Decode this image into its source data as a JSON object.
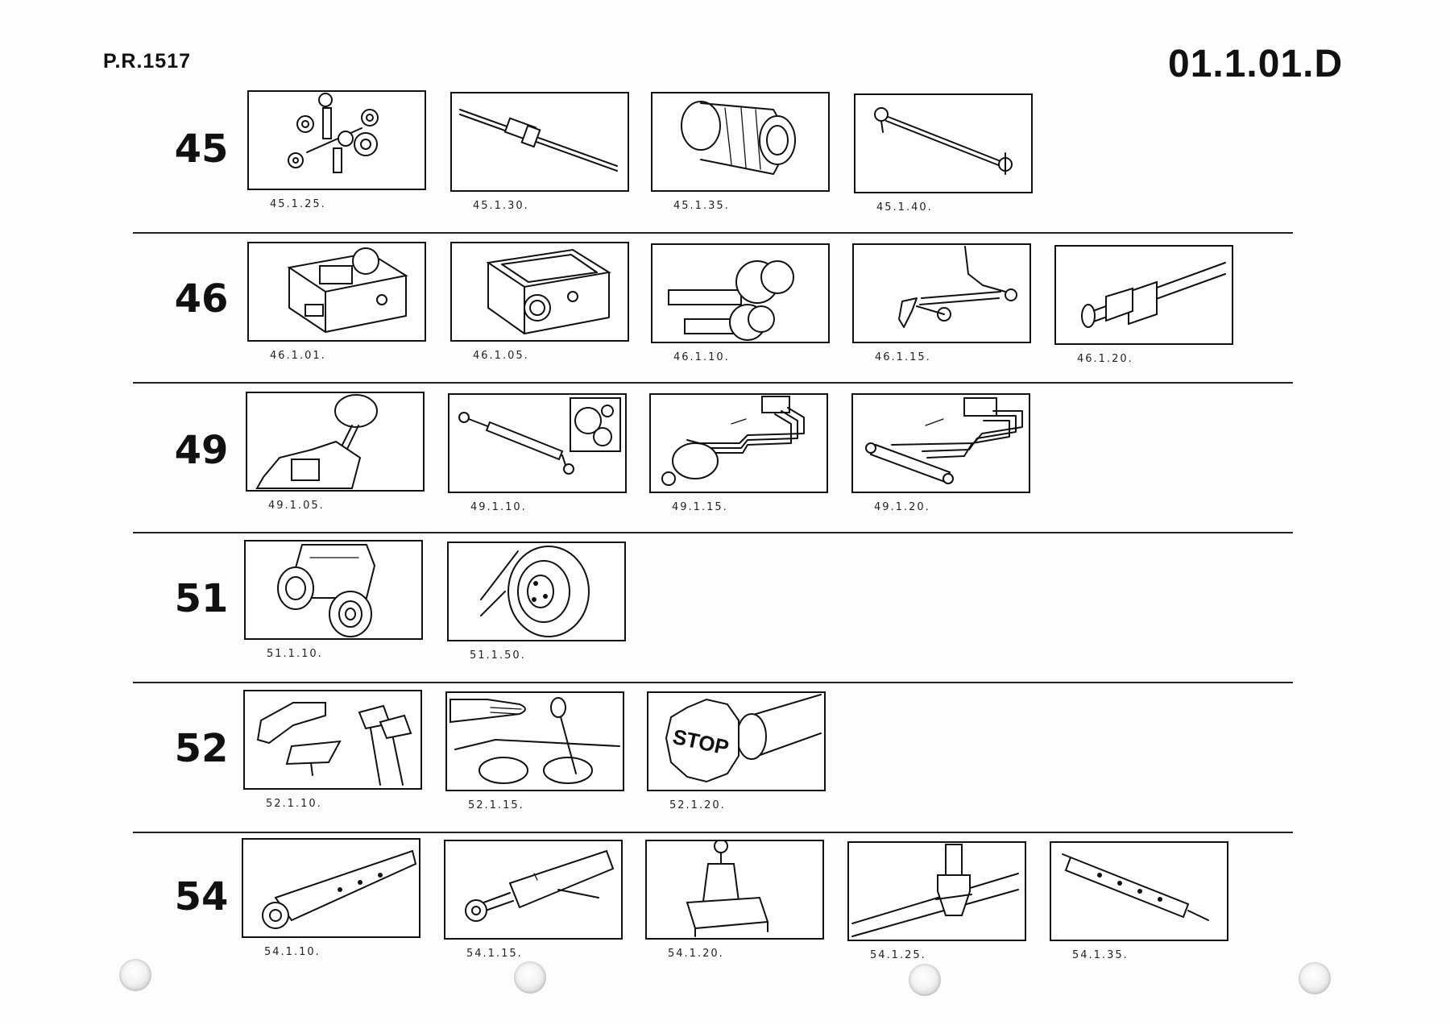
{
  "header": {
    "left_ref": "P.R.1517",
    "right_ref": "01.1.01.D"
  },
  "rows": [
    {
      "group": "45",
      "items": [
        {
          "code": "45.1.25.",
          "icon": "differential-gears-icon"
        },
        {
          "code": "45.1.30.",
          "icon": "half-shaft-icon"
        },
        {
          "code": "45.1.35.",
          "icon": "final-drive-housing-icon"
        },
        {
          "code": "45.1.40.",
          "icon": "tie-rod-icon"
        }
      ]
    },
    {
      "group": "46",
      "items": [
        {
          "code": "46.1.01.",
          "icon": "gearbox-assembly-icon"
        },
        {
          "code": "46.1.05.",
          "icon": "gearbox-housing-icon"
        },
        {
          "code": "46.1.10.",
          "icon": "gear-shafts-icon"
        },
        {
          "code": "46.1.15.",
          "icon": "shift-linkage-icon"
        },
        {
          "code": "46.1.20.",
          "icon": "propeller-shaft-icon"
        }
      ]
    },
    {
      "group": "49",
      "items": [
        {
          "code": "49.1.05.",
          "icon": "steering-wheel-icon"
        },
        {
          "code": "49.1.10.",
          "icon": "steering-cylinder-icon"
        },
        {
          "code": "49.1.15.",
          "icon": "hydraulic-pump-lines-icon"
        },
        {
          "code": "49.1.20.",
          "icon": "hydraulic-cylinder-lines-icon"
        }
      ]
    },
    {
      "group": "51",
      "items": [
        {
          "code": "51.1.10.",
          "icon": "front-wheels-icon"
        },
        {
          "code": "51.1.50.",
          "icon": "tyre-wheel-icon"
        }
      ]
    },
    {
      "group": "52",
      "items": [
        {
          "code": "52.1.10.",
          "icon": "brake-pedals-icon"
        },
        {
          "code": "52.1.15.",
          "icon": "hand-brake-lever-icon"
        },
        {
          "code": "52.1.20.",
          "icon": "stop-knob-icon"
        }
      ]
    },
    {
      "group": "54",
      "items": [
        {
          "code": "54.1.10.",
          "icon": "lower-link-arm-icon"
        },
        {
          "code": "54.1.15.",
          "icon": "top-link-icon"
        },
        {
          "code": "54.1.20.",
          "icon": "lift-rod-icon"
        },
        {
          "code": "54.1.25.",
          "icon": "drawbar-clevis-icon"
        },
        {
          "code": "54.1.35.",
          "icon": "swinging-drawbar-icon"
        }
      ]
    }
  ]
}
